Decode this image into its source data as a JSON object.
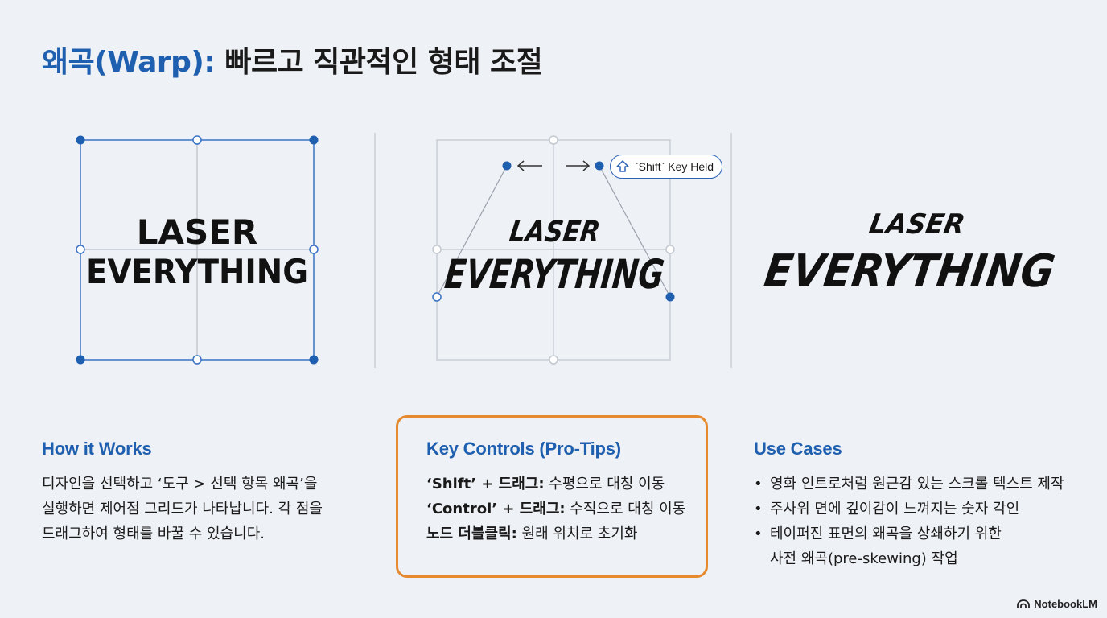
{
  "title": {
    "accent": "왜곡(Warp):",
    "rest": " 빠르고 직관적인 형태 조절"
  },
  "panels": {
    "text_line1": "LASER",
    "text_line2": "EVERYTHING",
    "shift_label": "`Shift` Key Held"
  },
  "how_it_works": {
    "heading": "How it Works",
    "lines": [
      "디자인을 선택하고 ‘도구 > 선택 항목 왜곡’을",
      "실행하면 제어점 그리드가 나타납니다. 각 점을",
      "드래그하여 형태를 바꿀 수 있습니다."
    ]
  },
  "key_controls": {
    "heading": "Key Controls (Pro-Tips)",
    "tips": [
      {
        "key": "‘Shift’ + 드래그:",
        "desc": " 수평으로 대칭 이동"
      },
      {
        "key": "‘Control’ + 드래그:",
        "desc": " 수직으로 대칭 이동"
      },
      {
        "key": "노드 더블클릭:",
        "desc": " 원래 위치로 초기화"
      }
    ]
  },
  "use_cases": {
    "heading": "Use Cases",
    "items": [
      "영화 인트로처럼 원근감 있는 스크롤 텍스트 제작",
      "주사위 면에 깊이감이 느껴지는 숫자 각인",
      "테이퍼진 표면의 왜곡을 상쇄하기 위한"
    ],
    "continuation": "사전 왜곡(pre-skewing) 작업"
  },
  "brand": "NotebookLM",
  "colors": {
    "accent_blue": "#1f5fb0",
    "handle_blue": "#1f5fb0",
    "box_orange": "#e58a2e",
    "background": "#eef1f5"
  },
  "icons": [
    "shift-arrow-icon",
    "left-arrow-icon",
    "right-arrow-icon",
    "notebooklm-logo-icon"
  ]
}
